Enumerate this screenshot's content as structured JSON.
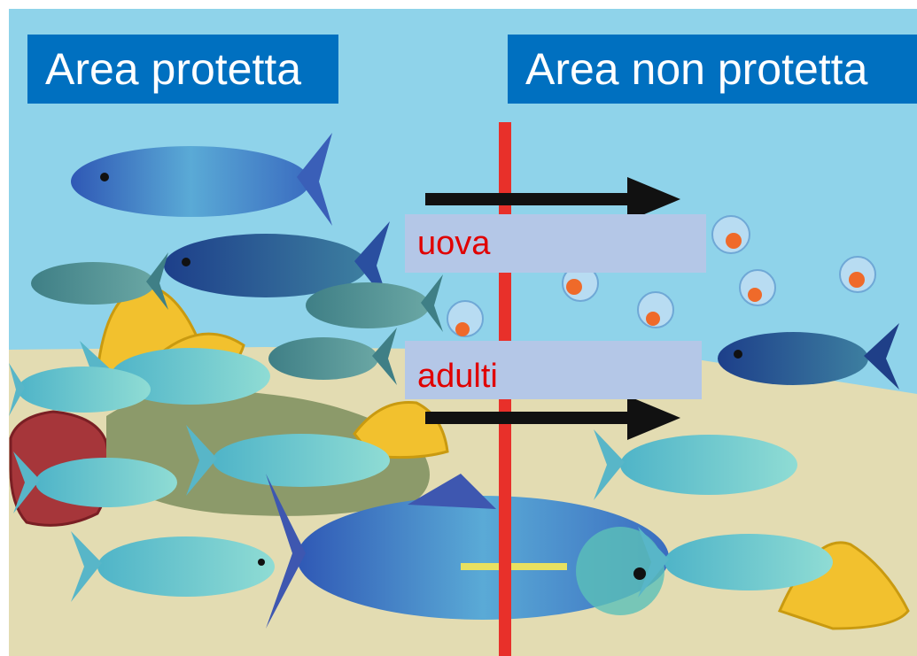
{
  "labels": {
    "protected": "Area protetta",
    "unprotected": "Area non protetta"
  },
  "tags": {
    "eggs": "uova",
    "adults": "adulti"
  },
  "colors": {
    "water": "#8fd3ea",
    "seabed": "#e3dcb2",
    "boundary": "#e8302a",
    "label_bg": "#0070c0",
    "tag_bg": "#b4c7e7",
    "tag_text": "#e00000",
    "arrow": "#111111",
    "egg_yolk": "#ef6a2a"
  },
  "icons": {
    "arrow_top": "right-arrow-icon",
    "arrow_bottom": "right-arrow-icon",
    "fish": "fish-icon",
    "egg": "egg-icon",
    "coral": "coral-icon"
  }
}
